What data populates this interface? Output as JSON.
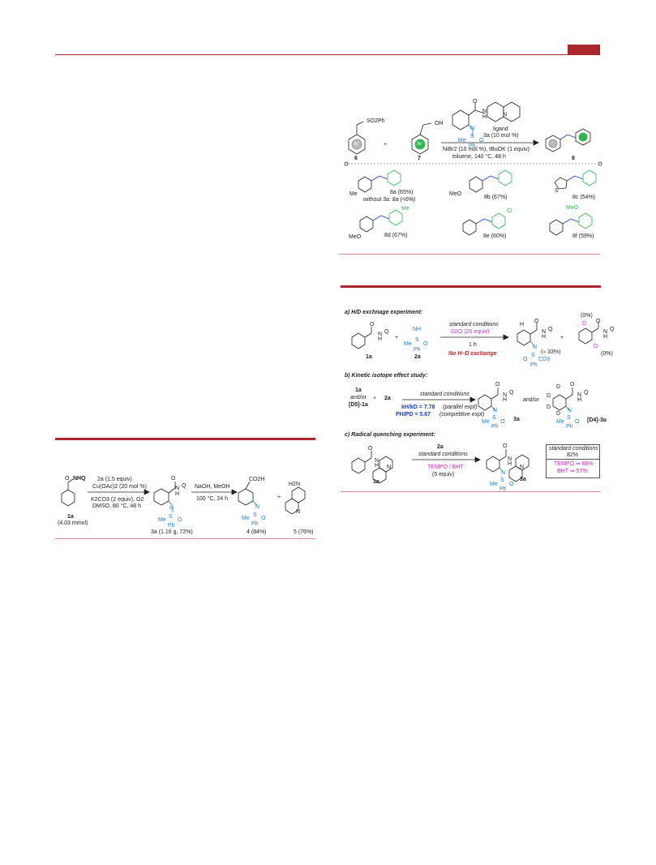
{
  "page_badge_color": "#a8262c",
  "scheme_top": {
    "ligand_label": "ligand",
    "ligand_amount": "3a (10 mol %)",
    "cond1": "NiBr2 (10 mol %), tBuOK (1 equiv)",
    "cond2": "toluene, 140 °C, 48 h",
    "sub6_group": "SO2Ph",
    "sub7_group": "OH",
    "plus": "+",
    "num6": "6",
    "num7": "7",
    "num8": "8",
    "ar": "Ar",
    "me_label": "Me",
    "s_label": "S",
    "o_label": "O",
    "ph_label": "Ph",
    "n_label": "N",
    "h_label": "H",
    "products": [
      {
        "id": "8a",
        "text": "8a (65%)",
        "extra": "without 3a: 8a (<6%)",
        "sub": "Me"
      },
      {
        "id": "8b",
        "text": "8b (67%)",
        "sub": "MeO"
      },
      {
        "id": "8c",
        "text": "8c (54%)",
        "sub": "S"
      },
      {
        "id": "8d",
        "text": "8d (67%)",
        "sub": "MeO",
        "sub2": "Me"
      },
      {
        "id": "8e",
        "text": "8e (60%)",
        "sub2": "Cl"
      },
      {
        "id": "8f",
        "text": "8f (59%)",
        "sub2": "MeO"
      }
    ]
  },
  "scheme_left": {
    "start_label": "NHQ",
    "start_num": "1a",
    "start_amount": "(4.03 mmol)",
    "step1": [
      "2a (1.5 equiv)",
      "Cu(OAc)2 (20 mol %)",
      "K2CO3 (2 equiv), O2",
      "DMSO, 80 °C, 48 h"
    ],
    "product3a": "3a (1.16 g, 72%)",
    "step2": [
      "NaOH, MeOH",
      "100 °C, 24 h"
    ],
    "prod4_group": "CO2H",
    "prod4": "4 (84%)",
    "prod5_group": "H2N",
    "prod5": "5 (76%)",
    "q_label": "Q",
    "n_label": "N",
    "h_label": "H",
    "o_label": "O",
    "s_label": "S",
    "me_label": "Me",
    "ph_label": "Ph",
    "plus": "+"
  },
  "scheme_mech": {
    "a_title": "a) H/D exchnage experiment:",
    "a_cond": "standard conditions",
    "a_d2o": "D2O (20 equiv)",
    "a_time": "1 h",
    "a_result": "No H–D exchange",
    "a_1a": "1a",
    "a_2a": "2a",
    "a_pct1": "(0%)",
    "a_pct2": "(≈ 33%)",
    "a_pct3": "(0%)",
    "a_cd3": "CD3",
    "a_h": "H",
    "a_d": "D",
    "a_nh": "NH",
    "b_title": "b) Kinetic isotope effect study:",
    "b_left": [
      "1a",
      "and/or",
      "[D5]-1a"
    ],
    "b_plus": "+",
    "b_2a": "2a",
    "b_cond": "standard conditions",
    "b_kie1": "kH/kD = 7.78",
    "b_kie1_note": "(parallel expt)",
    "b_kie2": "PH/PD = 5.67",
    "b_kie2_note": "(competitive expt)",
    "b_andor": "and/or",
    "b_3a": "3a",
    "b_d4": "[D4]-3a",
    "c_title": "c) Radical quenching experiment:",
    "c_2a": "2a",
    "c_cond": "standard conditions",
    "c_add": "TEMPO / BHT",
    "c_equiv": "(5 equiv)",
    "c_1a": "1a",
    "c_3a": "3a",
    "c_box1": "standard conditions",
    "c_box2": "82%",
    "c_box3": "TEMPO ⇒ 65%",
    "c_box4": "BHT ⇒ 57%",
    "q_label": "Q",
    "n_label": "N",
    "h_label": "H",
    "o_label": "O",
    "s_label": "S",
    "me_label": "Me",
    "ph_label": "Ph",
    "plus": "+"
  }
}
